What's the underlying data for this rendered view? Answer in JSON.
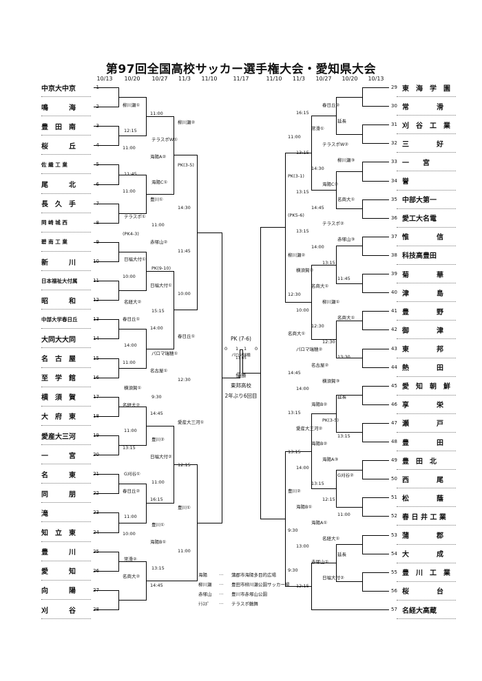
{
  "title": "第97回全国高校サッカー選手権大会・愛知県大会",
  "dates": [
    "10/13",
    "10/20",
    "10/27",
    "11/3",
    "11/10",
    "11/17",
    "11/10",
    "11/3",
    "10/27",
    "10/20",
    "10/13"
  ],
  "left_teams": [
    {
      "name": "中京大中京",
      "no": "1"
    },
    {
      "name": "鳴　　　海",
      "no": "2"
    },
    {
      "name": "豊　田　南",
      "no": "3"
    },
    {
      "name": "桜　　　丘",
      "no": "4"
    },
    {
      "name": "佐 織 工 業",
      "no": "5"
    },
    {
      "name": "尾　　　北",
      "no": "6"
    },
    {
      "name": "長　久　手",
      "no": "7"
    },
    {
      "name": "岡 崎 城 西",
      "no": "8"
    },
    {
      "name": "碧 南 工 業",
      "no": "9"
    },
    {
      "name": "新　　　川",
      "no": "10"
    },
    {
      "name": "日本福祉大付属",
      "no": "11"
    },
    {
      "name": "昭　　　和",
      "no": "12"
    },
    {
      "name": "中部大学春日丘",
      "no": "13"
    },
    {
      "name": "大同大大同",
      "no": "14"
    },
    {
      "name": "名　古　屋",
      "no": "15"
    },
    {
      "name": "至　学　館",
      "no": "16"
    },
    {
      "name": "横　須　賀",
      "no": "17"
    },
    {
      "name": "大　府　東",
      "no": "18"
    },
    {
      "name": "愛産大三河",
      "no": "19"
    },
    {
      "name": "一　　　宮",
      "no": "20"
    },
    {
      "name": "名　　　東",
      "no": "21"
    },
    {
      "name": "同　　　朋",
      "no": "22"
    },
    {
      "name": "滝",
      "no": "23"
    },
    {
      "name": "知　立　東",
      "no": "24"
    },
    {
      "name": "豊　　　川",
      "no": "25"
    },
    {
      "name": "愛　　　知",
      "no": "26"
    },
    {
      "name": "向　　　陽",
      "no": "27"
    },
    {
      "name": "刈　　　谷",
      "no": "28"
    }
  ],
  "right_teams": [
    {
      "name": "東　海　学　園",
      "no": "29"
    },
    {
      "name": "常　　　　滑",
      "no": "30"
    },
    {
      "name": "刈　谷　工　業",
      "no": "31"
    },
    {
      "name": "三　　　　好",
      "no": "32"
    },
    {
      "name": "一　　宮",
      "no": "33"
    },
    {
      "name": "誉",
      "no": "34"
    },
    {
      "name": "中部大第一",
      "no": "35"
    },
    {
      "name": "愛工大名電",
      "no": "36"
    },
    {
      "name": "惟　　　　信",
      "no": "37"
    },
    {
      "name": "科技高豊田",
      "no": "38"
    },
    {
      "name": "菊　　　　華",
      "no": "39"
    },
    {
      "name": "津　　　　島",
      "no": "40"
    },
    {
      "name": "豊　　　　野",
      "no": "41"
    },
    {
      "name": "御　　　　津",
      "no": "42"
    },
    {
      "name": "東　　　　邦",
      "no": "43"
    },
    {
      "name": "熱　　　　田",
      "no": "44"
    },
    {
      "name": "愛　知　朝　鮮",
      "no": "45"
    },
    {
      "name": "享　　　　栄",
      "no": "46"
    },
    {
      "name": "瀬　　　　戸",
      "no": "47"
    },
    {
      "name": "豊　　　　田",
      "no": "48"
    },
    {
      "name": "豊　田　北",
      "no": "49"
    },
    {
      "name": "西　　　　尾",
      "no": "50"
    },
    {
      "name": "松　　　　蔭",
      "no": "51"
    },
    {
      "name": "春 日 井 工 業",
      "no": "52"
    },
    {
      "name": "蒲　　　　郡",
      "no": "53"
    },
    {
      "name": "大　　　　成",
      "no": "54"
    },
    {
      "name": "豊　川　工　業",
      "no": "55"
    },
    {
      "name": "桜　　　　台",
      "no": "56"
    },
    {
      "name": "名経大高蔵",
      "no": "57"
    }
  ],
  "left_labels": [
    "柳川瀬①",
    "11:00",
    "柳川瀬②",
    "12:15",
    "テラスポW①",
    "11:00",
    "海陽A②",
    "PK(3-5)",
    "11:45",
    "海陽C①",
    "11:00",
    "豊川①",
    "14:30",
    "テラスポ①",
    "11:00",
    "(PK4-3)",
    "赤塚山②",
    "11:45",
    "日福大付①",
    "PK(9-10)",
    "10:00",
    "日福大付①",
    "10:00",
    "名経大②",
    "15:15",
    "春日丘①",
    "14:00",
    "春日丘①",
    "14:00",
    "パロマ瑞穂①",
    "11:00",
    "名古屋①",
    "12:30",
    "横須賀①",
    "9:30",
    "名経大②",
    "14:45",
    "愛産大三河①",
    "11:00",
    "豊川②",
    "13:15",
    "日福大付②",
    "12:15",
    "G刈谷①",
    "11:00",
    "春日丘②",
    "16:15",
    "豊川①",
    "11:00",
    "豊川①",
    "10:00",
    "海陽B①",
    "11:00",
    "常滑②",
    "13:15",
    "名商大②",
    "14:45"
  ],
  "right_labels": [
    "春日丘②",
    "16:15",
    "延長",
    "常滑①",
    "11:00",
    "テラスポW②",
    "13:15",
    "柳川瀬③",
    "14:30",
    "PK(3-1)",
    "海陽C②",
    "13:15",
    "名商大①",
    "14:45",
    "(PK5-6)",
    "テラスポ②",
    "13:15",
    "赤塚山③",
    "14:00",
    "柳川瀬②",
    "13:15",
    "横須賀②",
    "11:45",
    "名商大①",
    "12:30",
    "柳川瀬①",
    "10:00",
    "名商大①",
    "12:30",
    "名商大①",
    "12:30",
    "パロマ瑞穂②",
    "13:30",
    "名古屋②",
    "14:45",
    "横須賀③",
    "14:00",
    "延長",
    "海陽B②",
    "13:15",
    "PK(3-5)",
    "愛産大三河②",
    "13:15",
    "海陽B②",
    "13:15",
    "海陽A③",
    "14:00",
    "G刈谷②",
    "13:15",
    "豊川②",
    "12:15",
    "海陽B①",
    "11:00",
    "海陽A①",
    "9:30",
    "名経大①",
    "13:00",
    "延長",
    "赤塚山①",
    "9:30",
    "日福大付②",
    "12:15"
  ],
  "final": {
    "pk": "PK",
    "pk_score": "(7-6)",
    "venue": "パロマ瑞穂",
    "time": "13:05",
    "left_score": "0",
    "right_score": "0",
    "left_pk": "1",
    "right_pk": "1",
    "winner_label": "優勝",
    "winner": "東邦高校",
    "note": "2年ぶり6回目"
  },
  "legend": [
    {
      "key": "海陽",
      "dots": "…",
      "text": "蒲郡市海陽多目的広場"
    },
    {
      "key": "柳川瀬",
      "dots": "…",
      "text": "豊田市柳川瀬公園サッカー場"
    },
    {
      "key": "赤塚山",
      "dots": "…",
      "text": "豊川市赤塚山公園"
    },
    {
      "key": "ﾃﾗｽﾎﾟ",
      "dots": "…",
      "text": "テラスポ鶴舞"
    }
  ]
}
